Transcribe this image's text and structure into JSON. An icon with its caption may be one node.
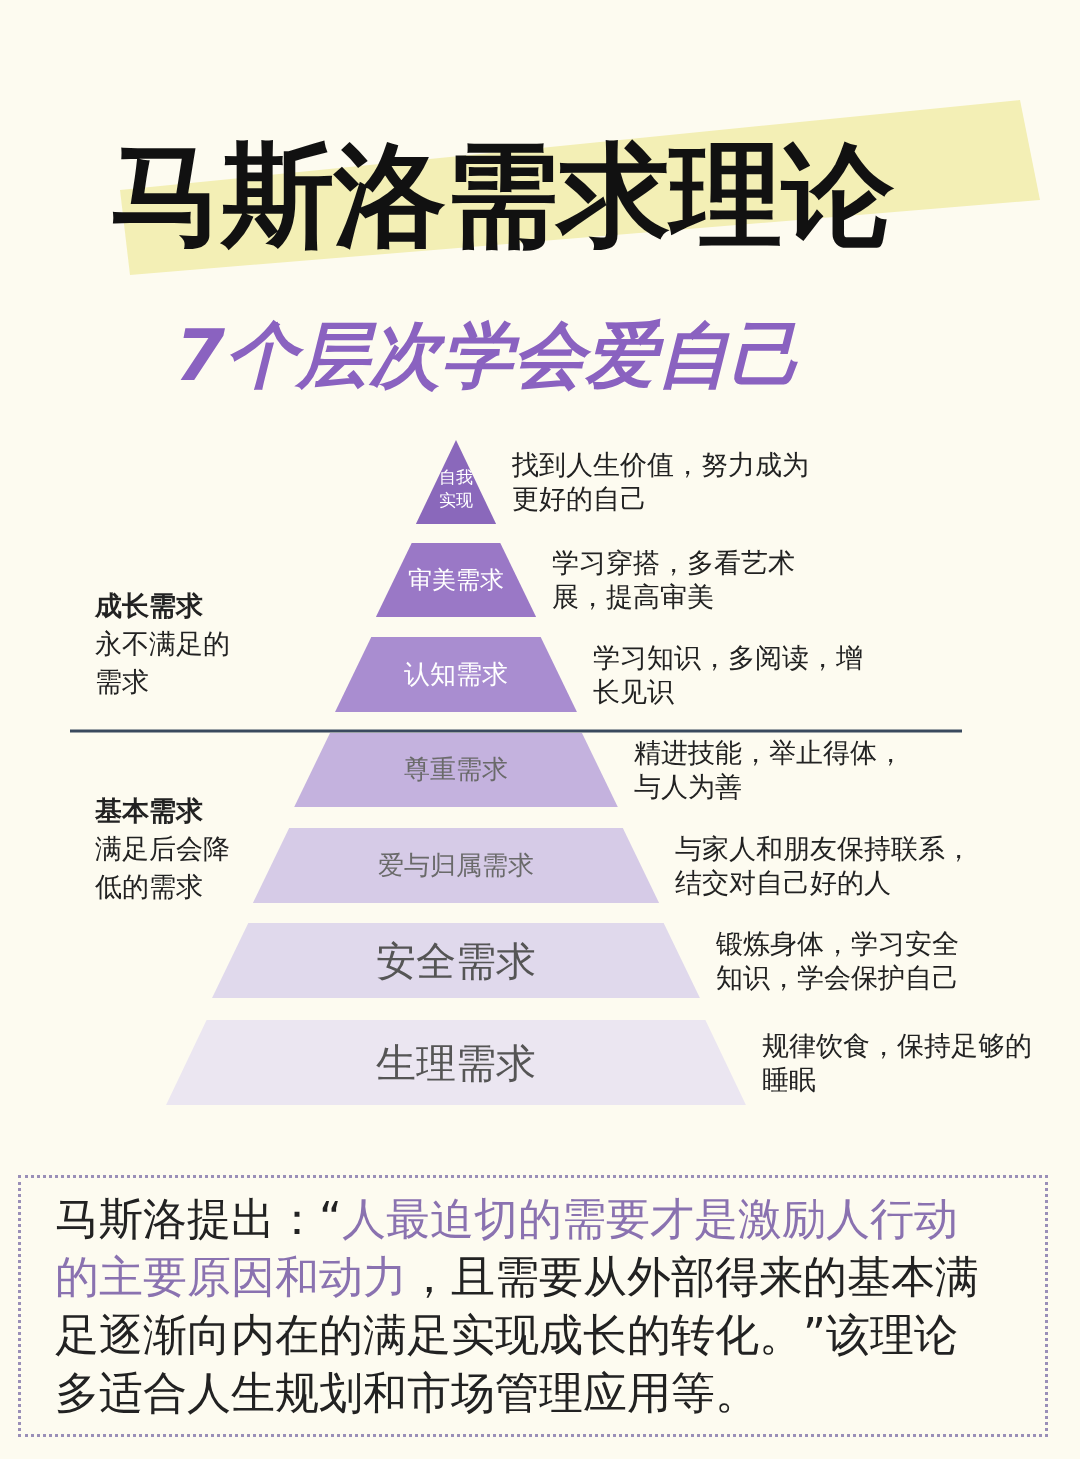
{
  "diagram": {
    "title": "马斯洛需求理论",
    "nodes": [
      {
        "text": [
          "自我实现"
        ],
        "beside": [
          "找到人生价值，努力成为更好的自己"
        ]
      },
      {
        "text": [
          "审美需求"
        ],
        "beside": [
          "学习穿搭，多看艺术展，提高审美"
        ]
      },
      {
        "text": [
          "认知需求"
        ],
        "beside": [
          "学习知识，多阅读，增长见识"
        ]
      },
      {
        "text": [
          "尊重需求"
        ],
        "beside": [
          "精进技能，举止得体，与人为善"
        ]
      },
      {
        "text": [
          "爱与归属需求"
        ],
        "beside": [
          "与家人和朋友保持联系，结交对自己好的人"
        ]
      },
      {
        "text": [
          "安全需求"
        ],
        "beside": [
          "锻炼身体，学习安全知识，学会保护自己"
        ]
      },
      {
        "text": [
          "生理需求"
        ],
        "beside": [
          "规律饮食，保持足够的睡眠"
        ]
      },
      {
        "text": [
          "马斯洛提出：“*人最迫切的需要才是激励人行动的主要原因和动力*，且需要从外部得来的基本满足逐渐向内在的满足实现成长的转化。”该理论多适合人生规划和市场管理应用等。"
        ]
      }
    ],
    "edges": [],
    "labels": [
      "7个层次学会爱自己",
      "成长需求",
      "永不满足的需求",
      "基本需求",
      "满足后会降低的需求"
    ]
  }
}
